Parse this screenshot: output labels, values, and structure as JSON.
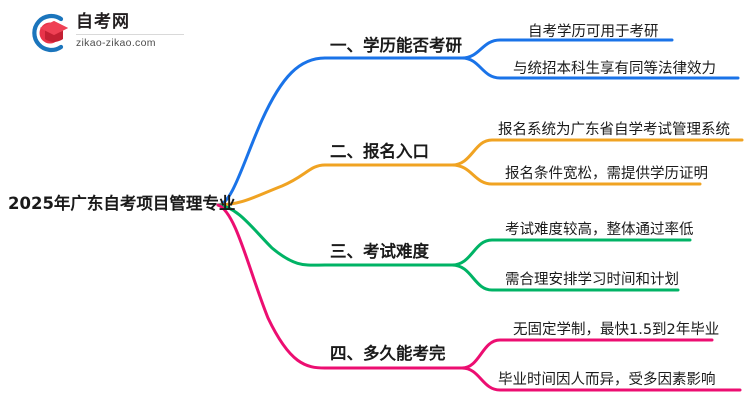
{
  "logo": {
    "name_cn": "自考网",
    "url": "zikao-zikao.com",
    "mark_icon": "graduation-cap-logo-icon",
    "ring_color": "#1b75bc",
    "cap_color": "#e8344a"
  },
  "mindmap": {
    "root": {
      "label": "2025年广东自考项目管理专业"
    },
    "branches": [
      {
        "label": "一、学历能否考研",
        "color": "#1A73E8",
        "leaves": [
          "自考学历可用于考研",
          "与统招本科生享有同等法律效力"
        ]
      },
      {
        "label": "二、报名入口",
        "color": "#F0A322",
        "leaves": [
          "报名系统为广东省自学考试管理系统",
          "报名条件宽松，需提供学历证明"
        ]
      },
      {
        "label": "三、考试难度",
        "color": "#00B365",
        "leaves": [
          "考试难度较高，整体通过率低",
          "需合理安排学习时间和计划"
        ]
      },
      {
        "label": "四、多久能考完",
        "color": "#EC0E71",
        "leaves": [
          "无固定学制，最快1.5到2年毕业",
          "毕业时间因人而异，受多因素影响"
        ]
      }
    ]
  }
}
